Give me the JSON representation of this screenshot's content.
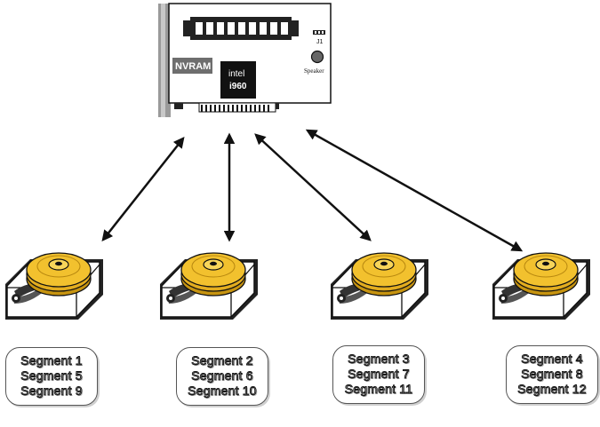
{
  "card": {
    "nvram_label": "NVRAM",
    "cpu_brand": "intel",
    "cpu_model": "i960",
    "jumper_label": "J1",
    "speaker_label": "Speaker"
  },
  "disks": [
    {
      "segments": [
        "Segment 1",
        "Segment 5",
        "Segment 9"
      ]
    },
    {
      "segments": [
        "Segment 2",
        "Segment 6",
        "Segment 10"
      ]
    },
    {
      "segments": [
        "Segment 3",
        "Segment 7",
        "Segment 11"
      ]
    },
    {
      "segments": [
        "Segment 4",
        "Segment 8",
        "Segment 12"
      ]
    }
  ],
  "colors": {
    "platter": "#f2c12e",
    "platter_dark": "#c79410",
    "card_bg": "#ffffff",
    "bracket": "#9a9a9a",
    "label_bg": "#6e6e6e",
    "chip": "#111111"
  }
}
